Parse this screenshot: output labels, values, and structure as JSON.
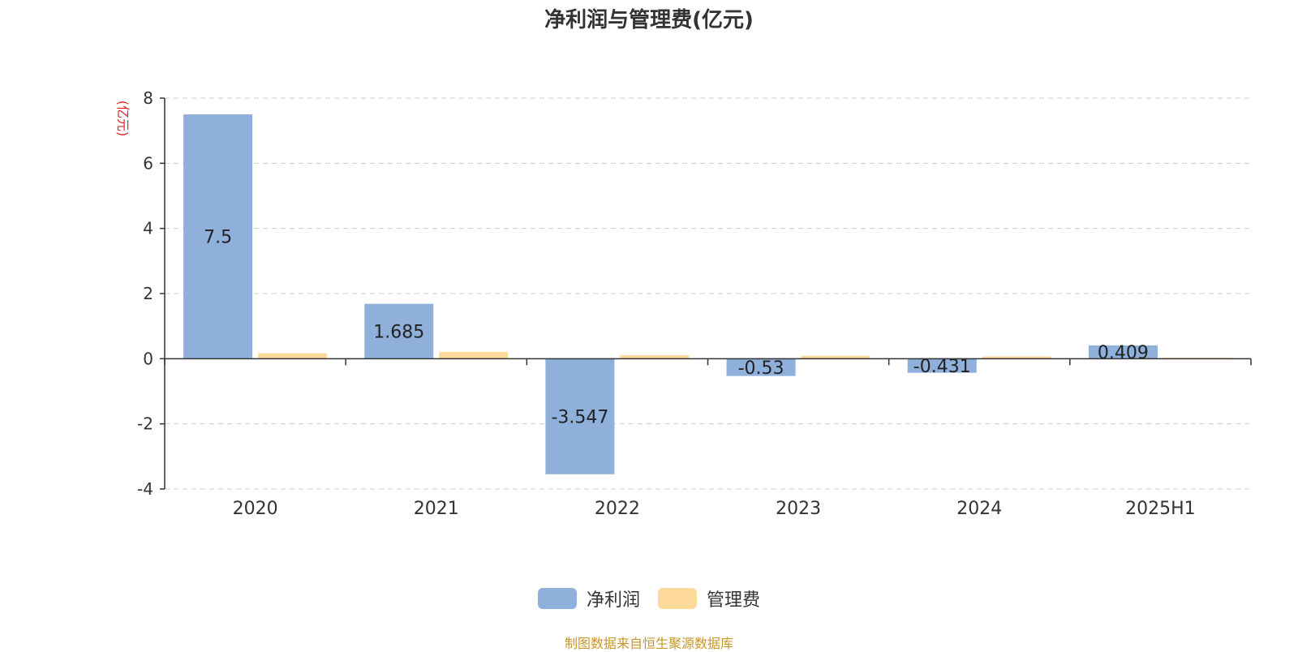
{
  "chart_data": {
    "type": "bar",
    "title": "净利润与管理费(亿元)",
    "ylabel": "(亿元)",
    "xlabel": "",
    "categories": [
      "2020",
      "2021",
      "2022",
      "2023",
      "2024",
      "2025H1"
    ],
    "ylim": [
      -4,
      8
    ],
    "yticks": [
      -4,
      -2,
      0,
      2,
      4,
      6,
      8
    ],
    "grid": true,
    "legend_position": "bottom-center",
    "series": [
      {
        "name": "净利润",
        "color": "#8eb0db",
        "values": [
          7.5,
          1.685,
          -3.547,
          -0.53,
          -0.431,
          0.409
        ],
        "labels": [
          "7.5",
          "1.685",
          "-3.547",
          "-0.53",
          "-0.431",
          "0.409"
        ]
      },
      {
        "name": "管理费",
        "color": "#fdd99a",
        "values": [
          0.17,
          0.21,
          0.11,
          0.09,
          0.07,
          0.03
        ]
      }
    ],
    "source_note": "制图数据来自恒生聚源数据库"
  },
  "colors": {
    "ylabel": "#e02020",
    "axis": "#333333",
    "grid": "#cccccc",
    "source_note": "#c8962a"
  }
}
